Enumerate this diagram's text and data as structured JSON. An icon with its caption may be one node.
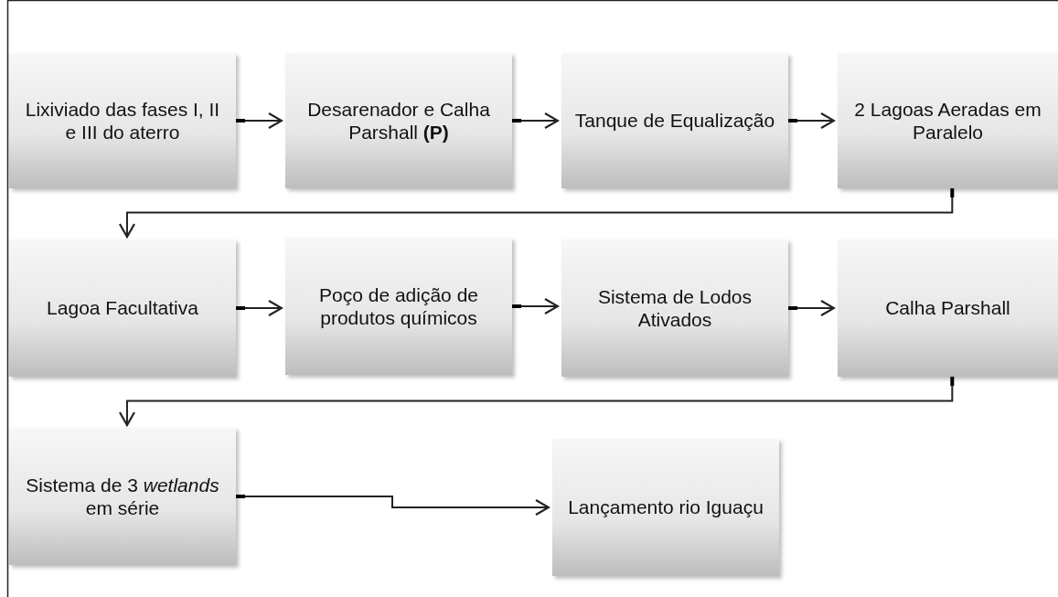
{
  "diagram": {
    "nodes": [
      {
        "text": [
          "Lixiviado das fases I, II e III do aterro"
        ]
      },
      {
        "text": [
          "Desarenador e Calha Parshall **(P)**"
        ]
      },
      {
        "text": [
          "Tanque de Equalização"
        ]
      },
      {
        "text": [
          "2 Lagoas Aeradas em Paralelo"
        ]
      },
      {
        "text": [
          "Lagoa Facultativa"
        ]
      },
      {
        "text": [
          "Poço de adição de produtos químicos"
        ]
      },
      {
        "text": [
          "Sistema de Lodos Ativados"
        ]
      },
      {
        "text": [
          "Calha Parshall"
        ]
      },
      {
        "text": [
          "Sistema de 3 *wetlands* em série"
        ]
      },
      {
        "text": [
          "Lançamento rio Iguaçu"
        ]
      }
    ],
    "edges": [
      {
        "from": 0,
        "to": 1,
        "arrow": "to"
      },
      {
        "from": 1,
        "to": 2,
        "arrow": "to"
      },
      {
        "from": 2,
        "to": 3,
        "arrow": "to"
      },
      {
        "from": 3,
        "to": 4,
        "arrow": "to"
      },
      {
        "from": 4,
        "to": 5,
        "arrow": "to"
      },
      {
        "from": 5,
        "to": 6,
        "arrow": "to"
      },
      {
        "from": 6,
        "to": 7,
        "arrow": "to"
      },
      {
        "from": 7,
        "to": 8,
        "arrow": "to"
      },
      {
        "from": 8,
        "to": 9,
        "arrow": "to"
      }
    ]
  }
}
